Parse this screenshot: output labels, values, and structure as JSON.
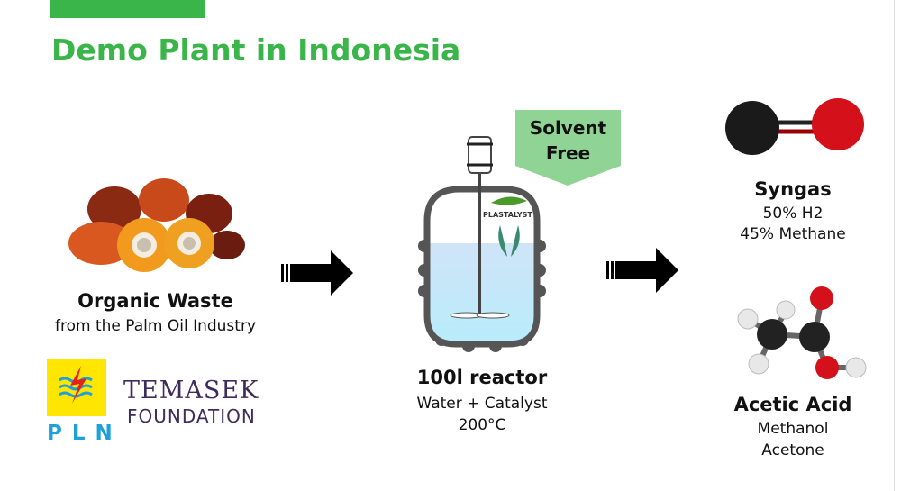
{
  "title": "Demo Plant in Indonesia",
  "input": {
    "heading": "Organic Waste",
    "sub": "from the Palm Oil Industry"
  },
  "partners": {
    "pln": "PLN",
    "temasek_line1": "TEMASEK",
    "temasek_line2": "FOUNDATION"
  },
  "reactor": {
    "heading": "100l reactor",
    "line1": "Water + Catalyst",
    "line2": "200°C",
    "logo": "PLASTALYST",
    "badge_line1": "Solvent",
    "badge_line2": "Free"
  },
  "outputs": [
    {
      "heading": "Syngas",
      "line1": "50% H2",
      "line2": "45% Methane"
    },
    {
      "heading": "Acetic Acid",
      "line1": "Methanol",
      "line2": "Acetone"
    }
  ],
  "colors": {
    "accent": "#3ab54a",
    "badge": "#8fd494",
    "pln_blue": "#1ea0dc",
    "temasek": "#3f2b5c"
  }
}
